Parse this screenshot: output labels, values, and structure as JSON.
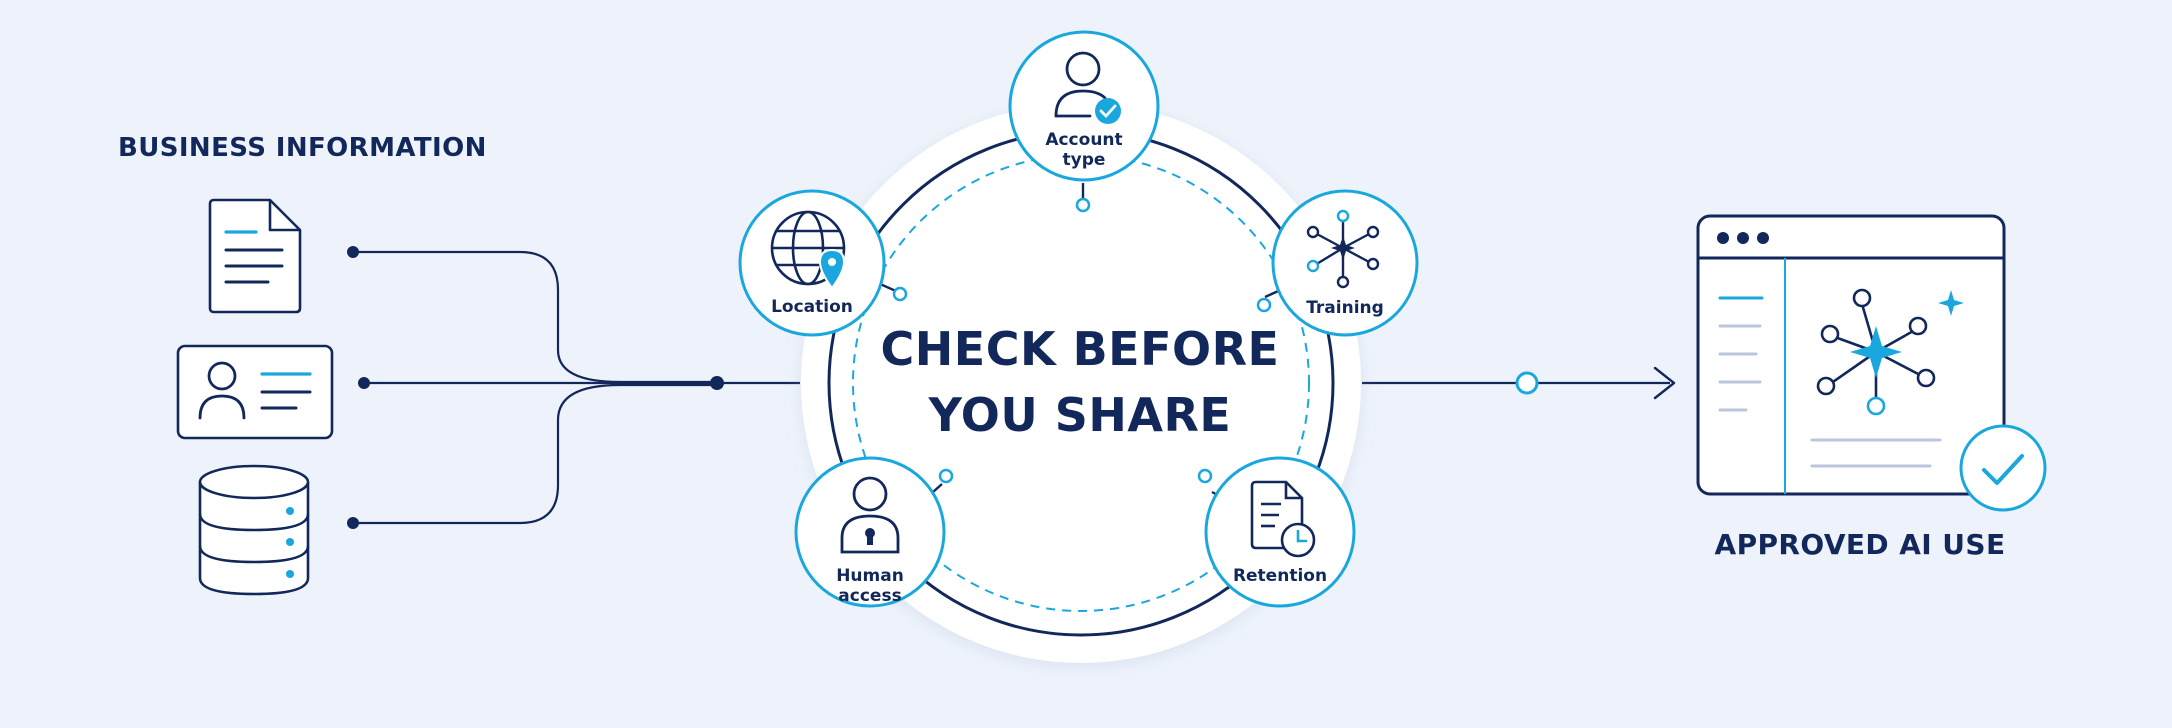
{
  "left_heading": "BUSINESS INFORMATION",
  "center_title_line1": "CHECK BEFORE",
  "center_title_line2": "YOU SHARE",
  "right_heading": "APPROVED AI USE",
  "nodes": {
    "account_type": {
      "line1": "Account",
      "line2": "type"
    },
    "training": {
      "line1": "Training"
    },
    "location": {
      "line1": "Location"
    },
    "human_access": {
      "line1": "Human",
      "line2": "access"
    },
    "retention": {
      "line1": "Retention"
    }
  },
  "colors": {
    "navy": "#13285a",
    "accent": "#1aa7de",
    "background": "#eef3fb",
    "white": "#ffffff"
  },
  "icons": {
    "document": "document-icon",
    "id_card": "id-card-icon",
    "database": "database-icon",
    "account": "user-check-icon",
    "training": "network-icon",
    "location": "globe-pin-icon",
    "human_access": "user-lock-icon",
    "retention": "document-clock-icon",
    "approved": "check-circle-icon",
    "browser": "browser-window-icon"
  }
}
